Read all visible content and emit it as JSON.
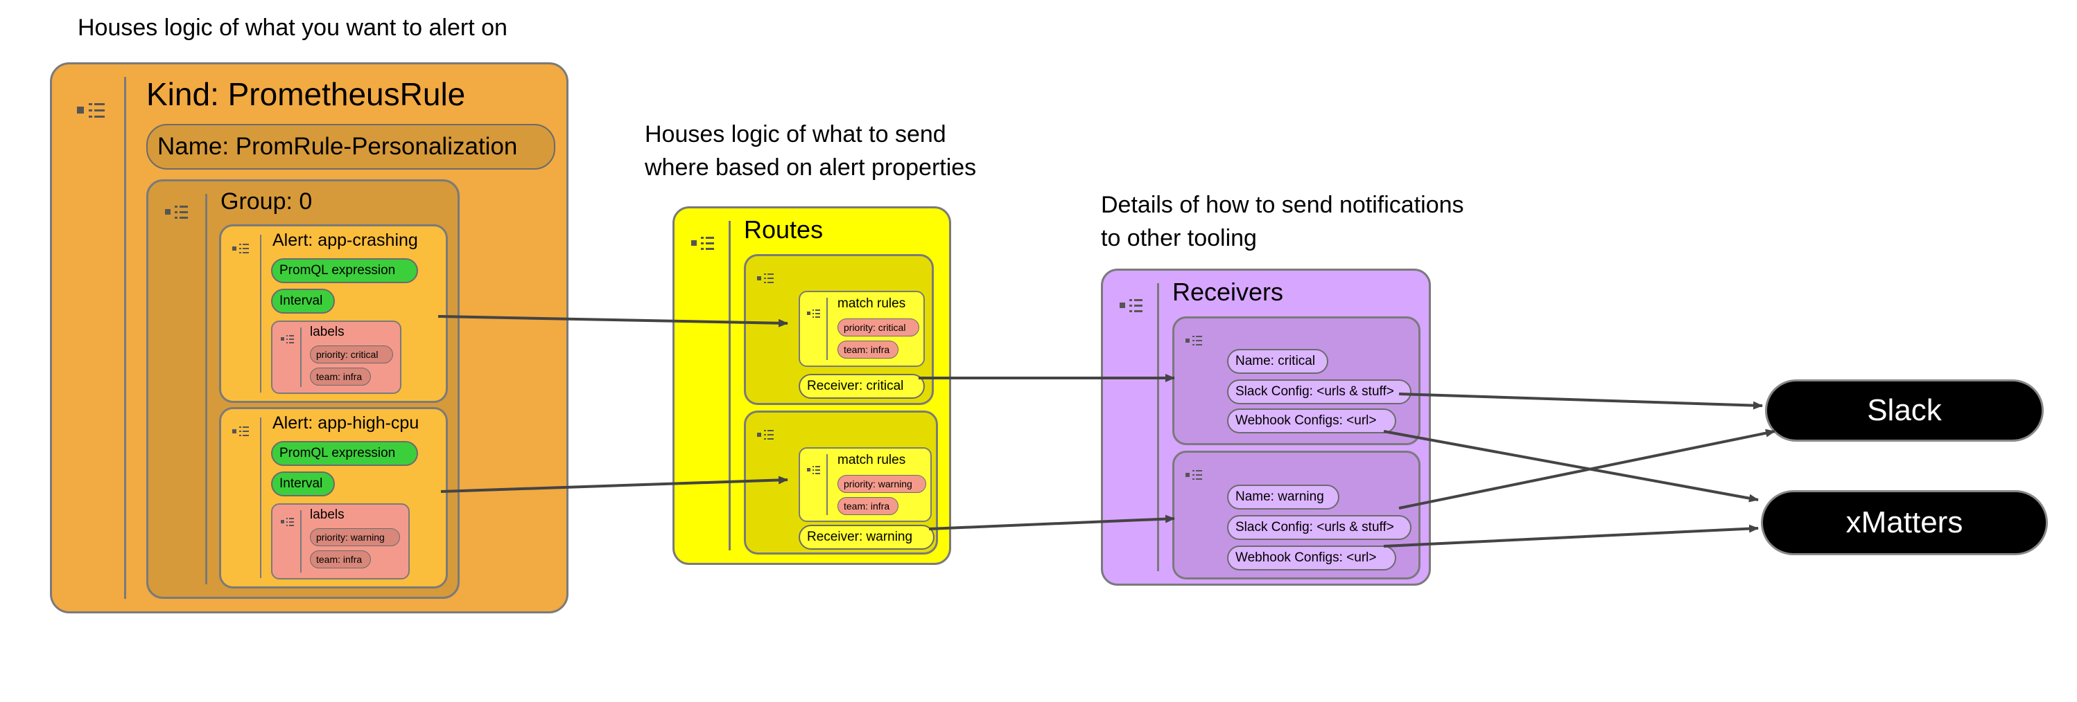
{
  "captions": {
    "rule": "Houses logic of what you want to alert on",
    "routes": "Houses logic of what to send\nwhere based on alert properties",
    "receivers": "Details of how to send notifications\nto other tooling"
  },
  "prometheus_rule": {
    "kind": "Kind: PrometheusRule",
    "name": "Name: PromRule-Personalization",
    "group": "Group: 0",
    "alerts": [
      {
        "title": "Alert: app-crashing",
        "expression": "PromQL expression",
        "interval": "Interval",
        "labels_title": "labels",
        "labels": [
          "priority: critical",
          "team: infra"
        ]
      },
      {
        "title": "Alert: app-high-cpu",
        "expression": "PromQL expression",
        "interval": "Interval",
        "labels_title": "labels",
        "labels": [
          "priority: warning",
          "team: infra"
        ]
      }
    ]
  },
  "routes": {
    "title": "Routes",
    "items": [
      {
        "match_title": "match rules",
        "rules": [
          "priority: critical",
          "team: infra"
        ],
        "receiver": "Receiver: critical"
      },
      {
        "match_title": "match rules",
        "rules": [
          "priority: warning",
          "team: infra"
        ],
        "receiver": "Receiver: warning"
      }
    ]
  },
  "receivers": {
    "title": "Receivers",
    "items": [
      {
        "name": "Name: critical",
        "slack": "Slack Config: <urls & stuff>",
        "webhook": "Webhook Configs: <url>"
      },
      {
        "name": "Name: warning",
        "slack": "Slack Config: <urls & stuff>",
        "webhook": "Webhook Configs: <url>"
      }
    ]
  },
  "targets": {
    "slack": "Slack",
    "xmatters": "xMatters"
  },
  "colors": {
    "rule": "#f2aa43",
    "group": "#d69a3a",
    "alert": "#fbbd3c",
    "green": "#3ccf3c",
    "labels": "#f49a8c",
    "label_pill": "#d8877a",
    "routes": "#ffff00",
    "route_item": "#e4dc00",
    "match": "#ffff33",
    "receivers": "#d7a6ff",
    "receiver_item": "#c495e4",
    "receiver_pill": "#dcb5ff",
    "arrow": "#444444"
  }
}
